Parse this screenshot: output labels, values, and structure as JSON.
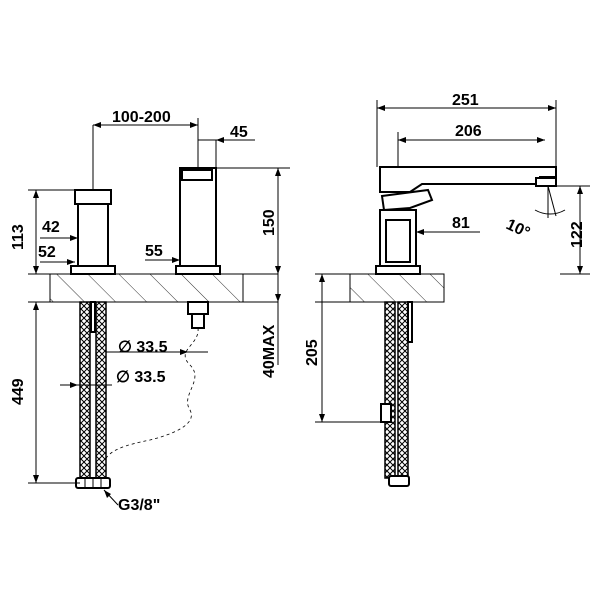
{
  "dimensions": {
    "spread": "100-200",
    "spout_width": "45",
    "body_height": "150",
    "handle_height": "113",
    "handle_dia": "42",
    "handle_base": "52",
    "spout_base": "55",
    "hole_dia_1": "∅ 33.5",
    "hole_dia_2": "∅ 33.5",
    "deck_max": "40MAX",
    "hose_length": "449",
    "connection": "G3/8\"",
    "reach_total": "251",
    "reach_spout": "206",
    "lever_depth": "81",
    "spout_height": "122",
    "spout_angle": "10°",
    "side_hose_length": "205"
  },
  "colors": {
    "line": "#000000",
    "background": "#ffffff"
  }
}
